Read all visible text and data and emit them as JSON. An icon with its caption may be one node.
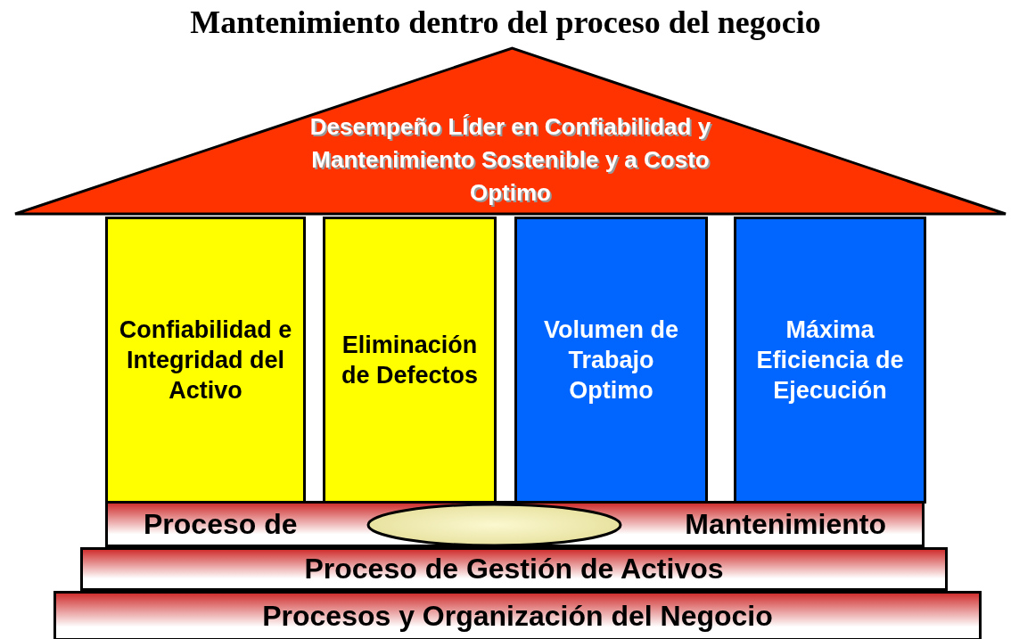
{
  "diagram": {
    "title": "Mantenimiento dentro del proceso del negocio",
    "nodes": [
      {
        "text": [
          "Desempeño LÍder en Confiabilidad y Mantenimiento Sostenible y a Costo Optimo"
        ]
      },
      {
        "text": [
          "Confiabilidad e Integridad del Activo"
        ]
      },
      {
        "text": [
          "Eliminación de Defectos"
        ]
      },
      {
        "text": [
          "Volumen de Trabajo Optimo"
        ]
      },
      {
        "text": [
          "Máxima Eficiencia de Ejecución"
        ]
      },
      {
        "text": [
          "Proceso de",
          "Mantenimiento"
        ]
      },
      {
        "text": [],
        "shape": "ellipse",
        "in": 5
      },
      {
        "text": [
          "Proceso de Gestión de Activos"
        ]
      },
      {
        "text": [
          "Procesos y Organización del Negocio"
        ]
      }
    ]
  }
}
